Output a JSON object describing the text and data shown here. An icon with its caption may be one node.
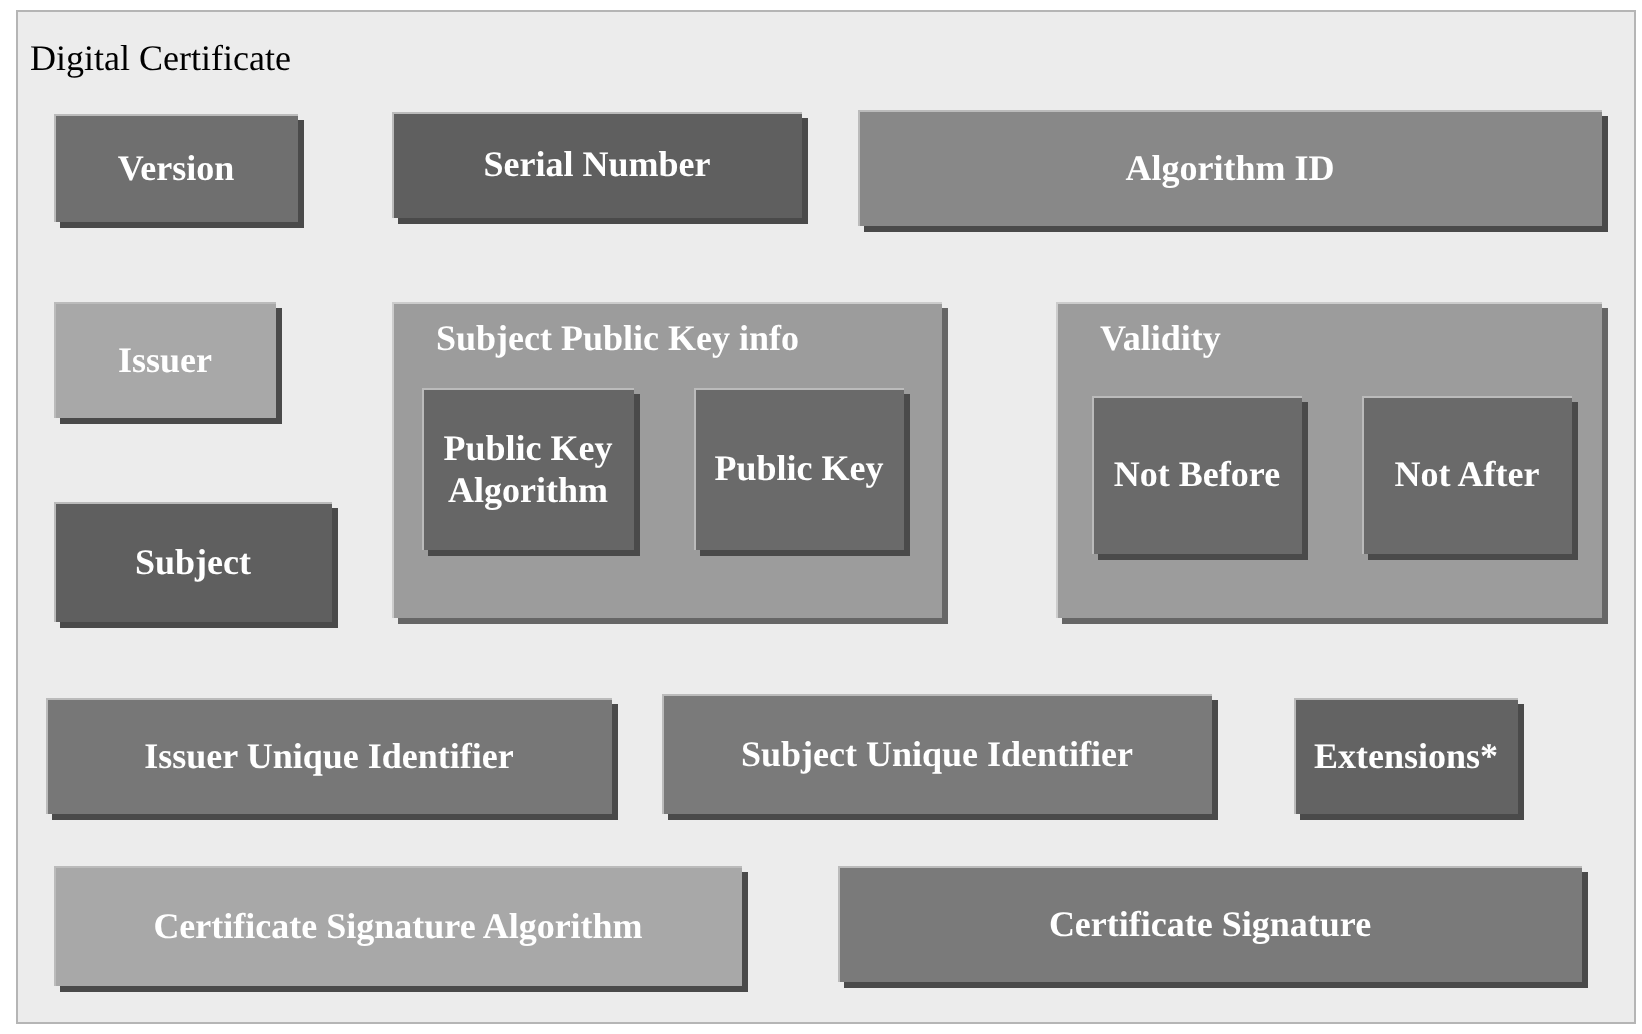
{
  "diagram": {
    "nodes": [
      {
        "text": [
          "Digital Certificate"
        ]
      },
      {
        "text": [
          "Version"
        ],
        "in": 0
      },
      {
        "text": [
          "Serial Number"
        ],
        "in": 0
      },
      {
        "text": [
          "Algorithm ID"
        ],
        "in": 0
      },
      {
        "text": [
          "Issuer"
        ],
        "in": 0
      },
      {
        "text": [
          "Subject Public Key info"
        ],
        "in": 0
      },
      {
        "text": [
          "Public Key Algorithm"
        ],
        "in": 5
      },
      {
        "text": [
          "Public Key"
        ],
        "in": 5
      },
      {
        "text": [
          "Validity"
        ],
        "in": 0
      },
      {
        "text": [
          "Not Before"
        ],
        "in": 8
      },
      {
        "text": [
          "Not After"
        ],
        "in": 8
      },
      {
        "text": [
          "Subject"
        ],
        "in": 0
      },
      {
        "text": [
          "Issuer Unique Identifier"
        ],
        "in": 0
      },
      {
        "text": [
          "Subject Unique Identifier"
        ],
        "in": 0
      },
      {
        "text": [
          "Extensions*"
        ],
        "in": 0
      },
      {
        "text": [
          "Certificate Signature Algorithm"
        ],
        "in": 0
      },
      {
        "text": [
          "Certificate Signature"
        ],
        "in": 0
      }
    ]
  }
}
